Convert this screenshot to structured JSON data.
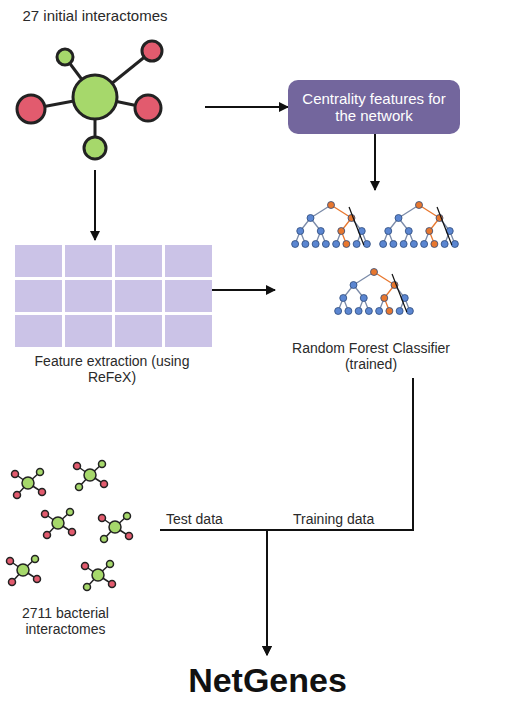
{
  "diagram": {
    "nodes": [
      {
        "text": [
          "27 initial interactomes"
        ]
      },
      {
        "text": [
          "Centrality features for the network"
        ]
      },
      {
        "text": [
          "Feature extraction (using ReFeX)"
        ]
      },
      {
        "text": [
          "Random Forest Classifier (trained)"
        ]
      },
      {
        "text": [
          "2711 bacterial interactomes"
        ]
      },
      {
        "text": [
          "NetGenes"
        ]
      }
    ],
    "edges": [
      {
        "from": 0,
        "to": 1,
        "arrow": "to"
      },
      {
        "from": 0,
        "to": 2,
        "arrow": "to"
      },
      {
        "from": 1,
        "to": 3,
        "arrow": "to"
      },
      {
        "from": 2,
        "to": 3,
        "arrow": "to"
      },
      {
        "from": 3,
        "to": 5,
        "label": "Training data",
        "arrow": "to"
      },
      {
        "from": 4,
        "to": 5,
        "label": "Test data",
        "arrow": "to"
      }
    ]
  }
}
